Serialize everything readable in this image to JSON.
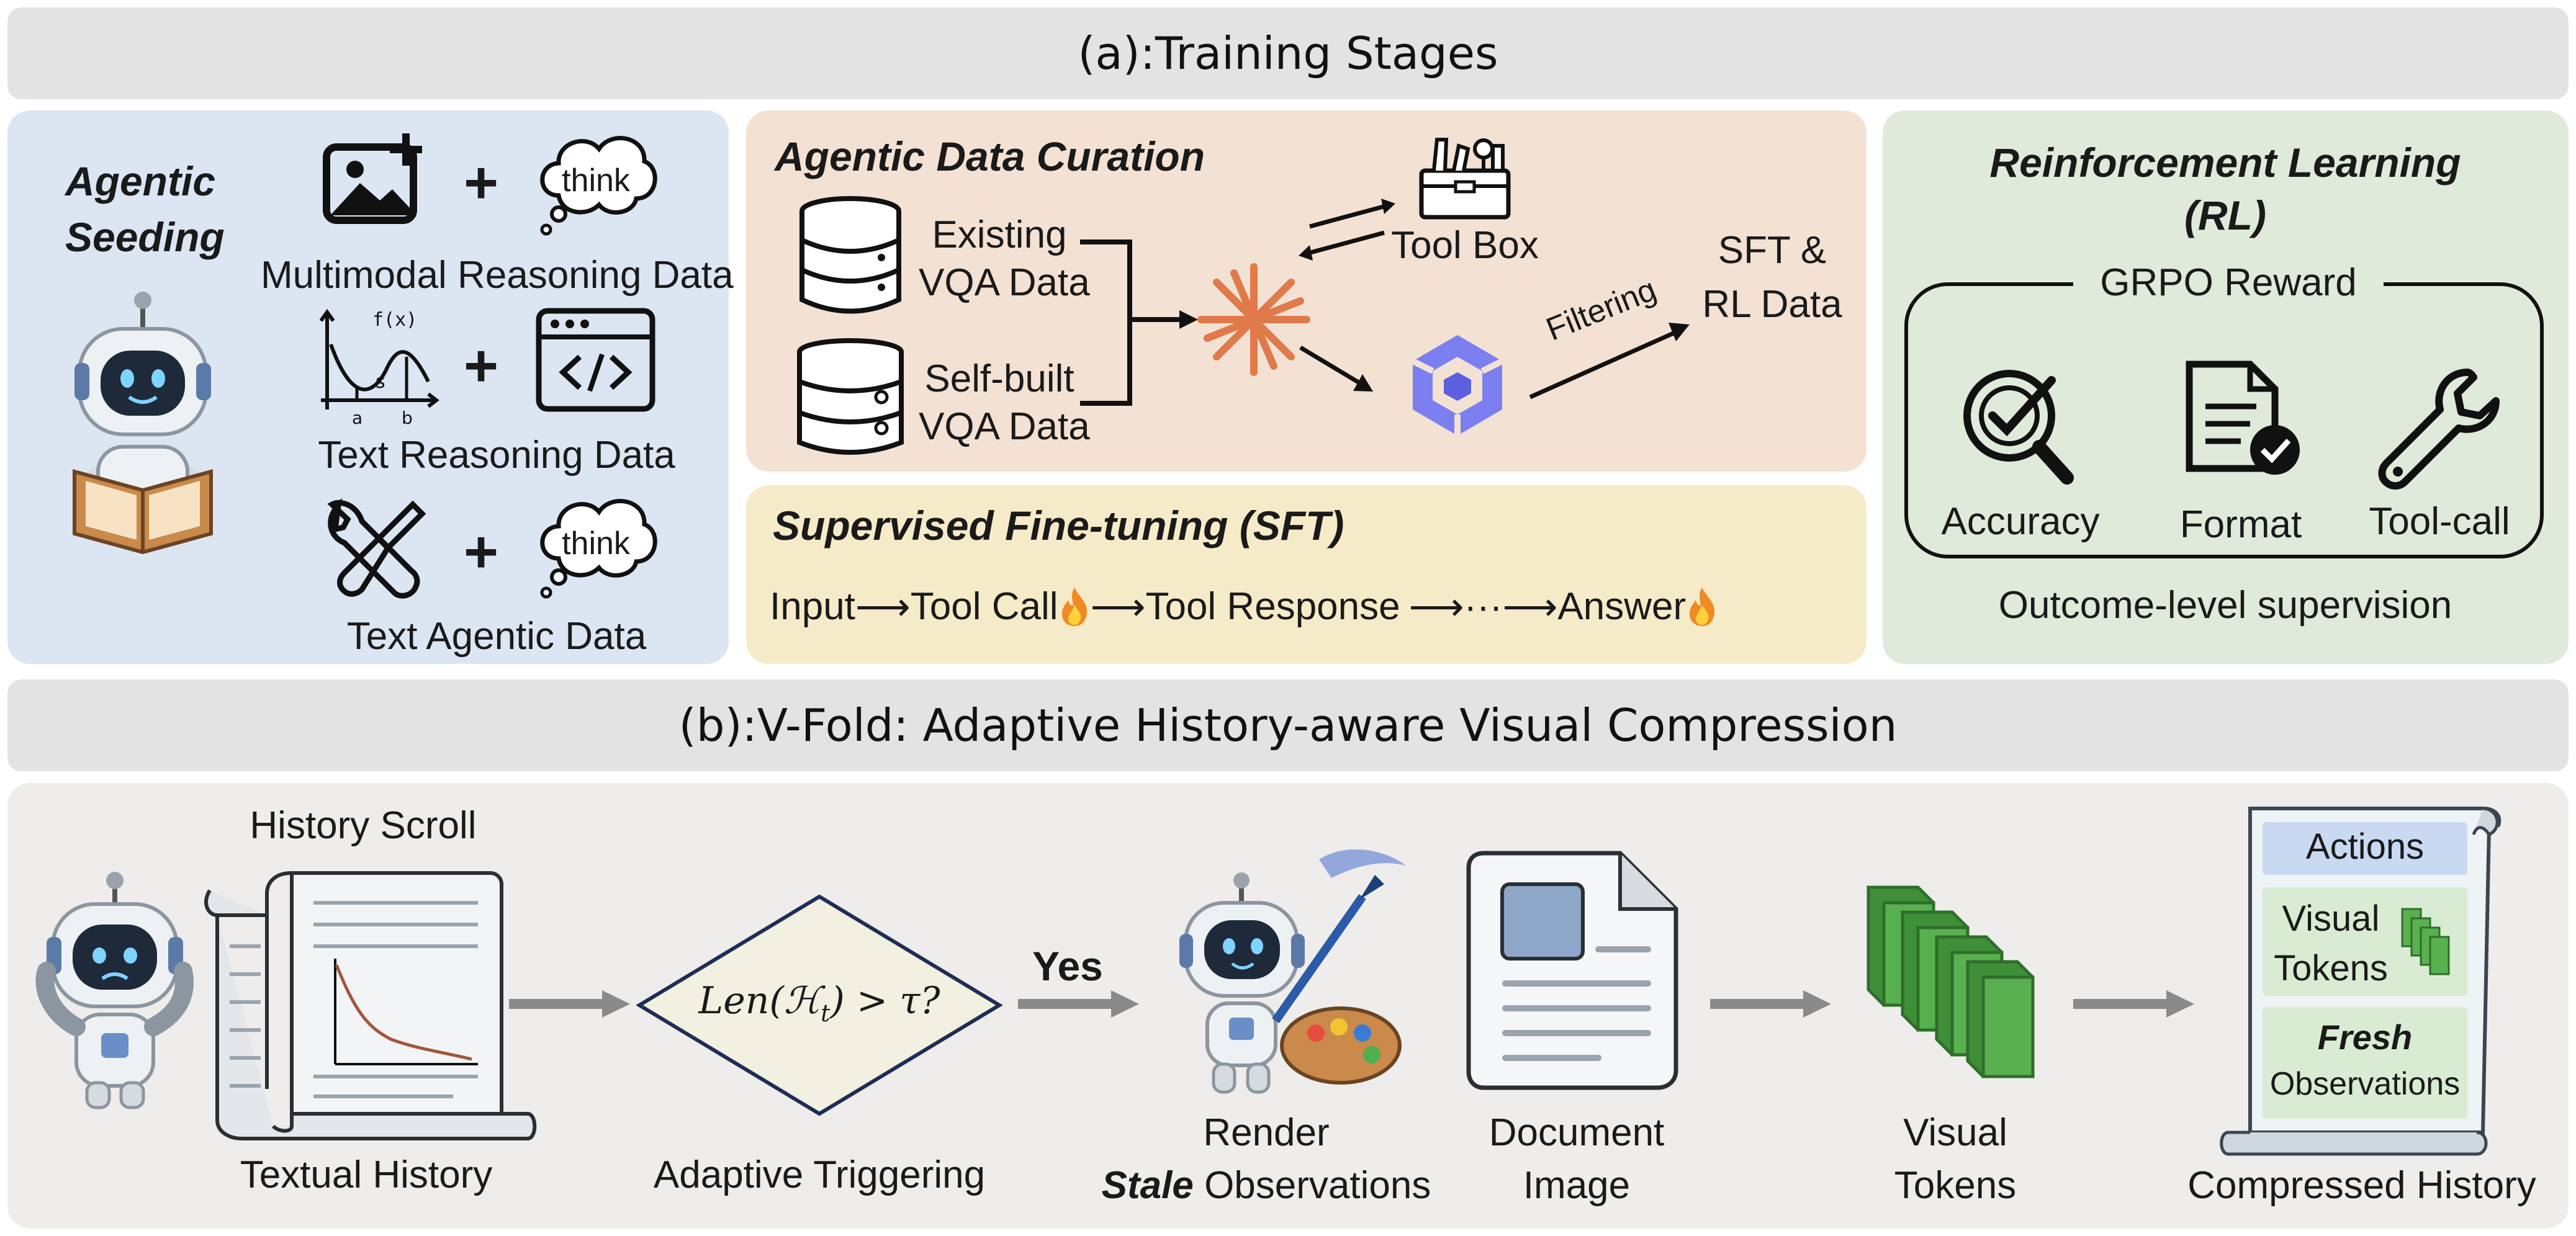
{
  "section_a": {
    "title": "(a):Training Stages",
    "agentic_seeding": {
      "title_line1": "Agentic",
      "title_line2": "Seeding",
      "think_label": "think",
      "multimodal_label": "Multimodal Reasoning Data",
      "text_reasoning_label": "Text Reasoning Data",
      "text_agentic_label": "Text Agentic Data",
      "plus": "+",
      "plot_fx": "f(x)",
      "plot_s": "s",
      "plot_a": "a",
      "plot_b": "b"
    },
    "data_curation": {
      "title": "Agentic Data Curation",
      "existing_line1": "Existing",
      "existing_line2": "VQA Data",
      "selfbuilt_line1": "Self-built",
      "selfbuilt_line2": "VQA Data",
      "toolbox_label": "Tool Box",
      "filtering_label": "Filtering",
      "output_line1": "SFT &",
      "output_line2": "RL Data"
    },
    "sft": {
      "title": "Supervised Fine-tuning (SFT)",
      "flow_input": "Input",
      "flow_toolcall": "Tool Call",
      "flow_response": "Tool Response",
      "flow_dots": "···",
      "flow_answer": "Answer",
      "arrow": "⟶"
    },
    "rl": {
      "title_line1": "Reinforcement Learning",
      "title_line2": "(RL)",
      "reward_title": "GRPO Reward",
      "accuracy_label": "Accuracy",
      "format_label": "Format",
      "toolcall_label": "Tool-call",
      "supervision_label": "Outcome-level supervision"
    }
  },
  "section_b": {
    "title": "(b):V-Fold: Adaptive History-aware Visual Compression",
    "history_scroll_label": "History Scroll",
    "textual_history_label": "Textual History",
    "condition_text": "Len(ℋ",
    "condition_sub": "t",
    "condition_tail": ") > τ?",
    "adaptive_label": "Adaptive Triggering",
    "yes_label": "Yes",
    "render_label": "Render",
    "stale_word": "Stale",
    "observations_word": " Observations",
    "document_line1": "Document",
    "document_line2": "Image",
    "visual_tokens_line1": "Visual",
    "visual_tokens_line2": "Tokens",
    "compressed_label": "Compressed History",
    "scroll_actions": "Actions",
    "scroll_visual_line1": "Visual",
    "scroll_visual_line2": "Tokens",
    "scroll_fresh": "Fresh",
    "scroll_observations": "Observations"
  },
  "colors": {
    "seeding_bg": "#dce6f3",
    "curation_bg": "#f3e2d4",
    "sft_bg": "#f6ebc9",
    "rl_bg": "#dfeadb",
    "vfold_bg": "#eeedeb",
    "section_bar": "#e3e3e3",
    "accent_orange": "#e07a4a",
    "token_green": "#59b04e",
    "diamond_fill": "#f2f0e0",
    "diamond_stroke": "#1e2d55"
  }
}
